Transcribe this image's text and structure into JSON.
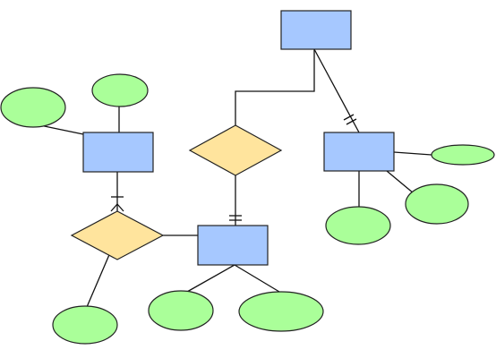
{
  "diagram": {
    "kind": "entity-relationship",
    "colors": {
      "entity_fill": "#a6c8ff",
      "attribute_fill": "#aaff99",
      "relationship_fill": "#ffe49d",
      "stroke": "#222222"
    },
    "entities": [
      "entity-top",
      "entity-left",
      "entity-right",
      "entity-bottom"
    ],
    "relationships": [
      "relationship-center",
      "relationship-left"
    ],
    "attributes": [
      "attr-1",
      "attr-2",
      "attr-3",
      "attr-4",
      "attr-5",
      "attr-6",
      "attr-7",
      "attr-8"
    ],
    "connections": [
      {
        "from": "entity-top",
        "to": "relationship-center",
        "end_marker": "none"
      },
      {
        "from": "entity-top",
        "to": "entity-right",
        "end_marker": "one-and-only-one"
      },
      {
        "from": "relationship-center",
        "to": "entity-bottom",
        "end_marker": "one-and-only-one"
      },
      {
        "from": "relationship-left",
        "to": "entity-left",
        "end_marker": "one-or-many"
      },
      {
        "from": "relationship-left",
        "to": "entity-bottom",
        "end_marker": "none"
      },
      {
        "from": "entity-left",
        "to": "attr-1",
        "end_marker": "none"
      },
      {
        "from": "entity-left",
        "to": "attr-2",
        "end_marker": "none"
      },
      {
        "from": "entity-right",
        "to": "attr-3",
        "end_marker": "none"
      },
      {
        "from": "entity-right",
        "to": "attr-4",
        "end_marker": "none"
      },
      {
        "from": "entity-right",
        "to": "attr-5",
        "end_marker": "none"
      },
      {
        "from": "relationship-left",
        "to": "attr-6",
        "end_marker": "none"
      },
      {
        "from": "entity-bottom",
        "to": "attr-7",
        "end_marker": "none"
      },
      {
        "from": "entity-bottom",
        "to": "attr-8",
        "end_marker": "none"
      }
    ]
  }
}
